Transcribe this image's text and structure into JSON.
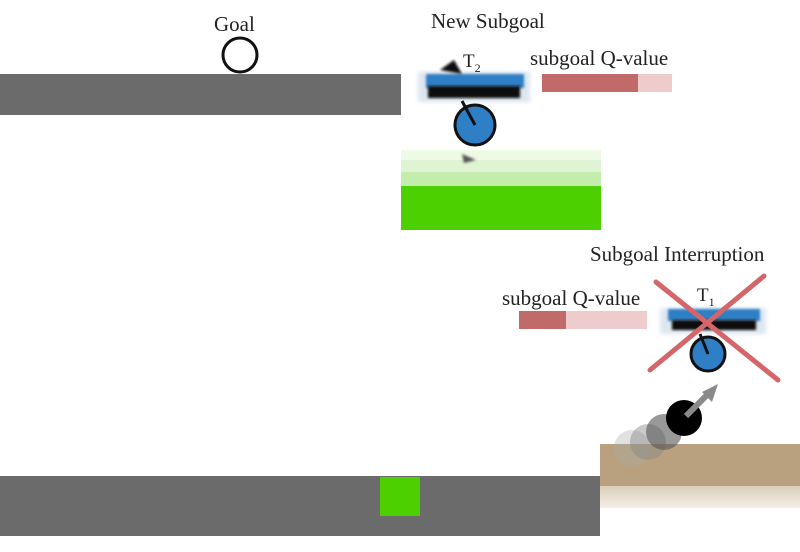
{
  "labels": {
    "goal": "Goal",
    "new_subgoal": "New Subgoal",
    "t2": "T",
    "t2_sub": "2",
    "subgoal_q_top": "subgoal Q-value",
    "subgoal_interruption": "Subgoal Interruption",
    "subgoal_q_bottom": "subgoal Q-value",
    "t1": "T",
    "t1_sub": "1"
  },
  "q_values": {
    "new_subgoal_fraction": 0.74,
    "interrupted_subgoal_fraction": 0.37
  },
  "colors": {
    "platform": "#6b6b6b",
    "green_block": "#4cd000",
    "agent_blue": "#2f7fc6",
    "q_fill": "#c06a6a",
    "q_track": "#efcccc",
    "cross": "#d4666a",
    "sand": "#b9a17f"
  }
}
